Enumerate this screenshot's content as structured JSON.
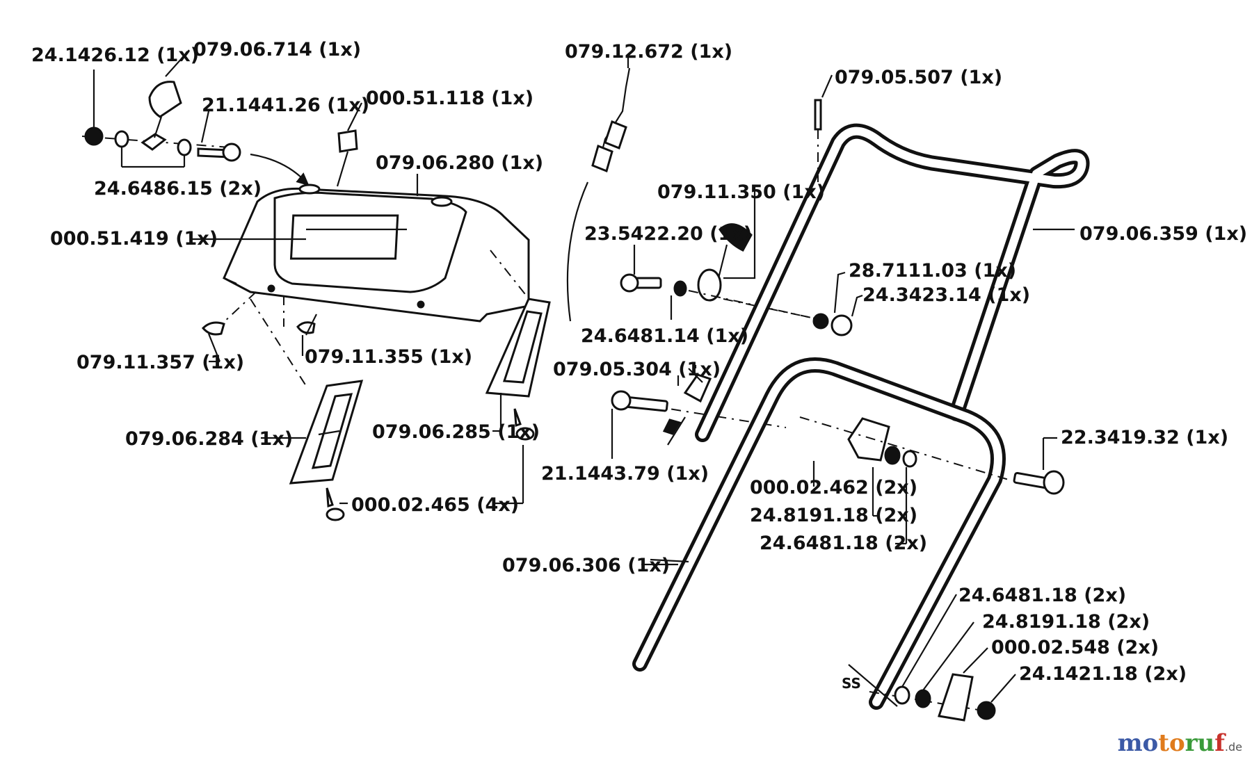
{
  "labels": {
    "l1": "24.1426.12 (1x)",
    "l2": "079.06.714 (1x)",
    "l3": "21.1441.26 (1x)",
    "l4": "000.51.118 (1x)",
    "l5": "24.6486.15 (2x)",
    "l6": "079.06.280 (1x)",
    "l7": "000.51.419 (1x)",
    "l8": "079.11.357 (1x)",
    "l9": "079.11.355 (1x)",
    "l10": "079.06.284 (1x)",
    "l11": "079.06.285 (1x)",
    "l12": "000.02.465 (4x)",
    "l13": "079.12.672 (1x)",
    "l14": "079.11.350 (1x)",
    "l15": "23.5422.20 (1x)",
    "l16": "24.6481.14 (1x)",
    "l17": "079.05.304 (1x)",
    "l18": "21.1443.79 (1x)",
    "l19": "079.05.507 (1x)",
    "l20": "079.06.359 (1x)",
    "l21": "28.7111.03 (1x)",
    "l22": "24.3423.14 (1x)",
    "l23": "22.3419.32 (1x)",
    "l24": "000.02.462 (2x)",
    "l25": "24.8191.18 (2x)",
    "l26": "24.6481.18 (2x)",
    "l27": "079.06.306 (1x)",
    "l28": "24.6481.18 (2x)",
    "l29": "24.8191.18 (2x)",
    "l30": "000.02.548 (2x)",
    "l31": "24.1421.18 (2x)"
  },
  "watermark": {
    "part1": "mo",
    "part2": "to",
    "part3": "ru",
    "part4": "f",
    "tld": ".de"
  }
}
